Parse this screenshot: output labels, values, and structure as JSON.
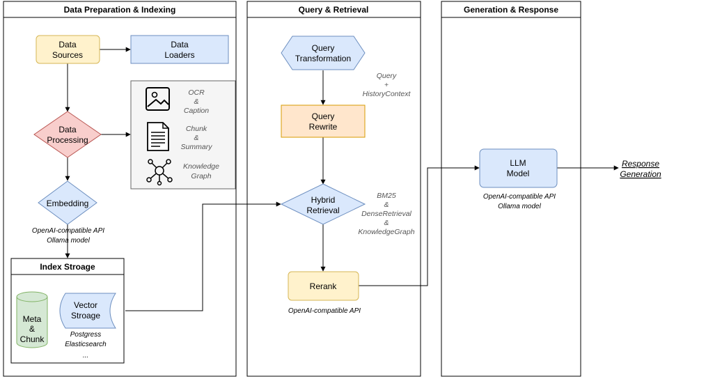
{
  "lanes": {
    "prep": {
      "title": "Data Preparation & Indexing"
    },
    "query": {
      "title": "Query & Retrieval"
    },
    "gen": {
      "title": "Generation & Response"
    }
  },
  "prep": {
    "data_sources": [
      "Data",
      "Sources"
    ],
    "data_loaders": [
      "Data",
      "Loaders"
    ],
    "data_processing": [
      "Data",
      "Processing"
    ],
    "embedding": "Embedding",
    "embedding_note": [
      "OpenAI-compatible API",
      "Ollama model"
    ],
    "processing_outputs": {
      "ocr": [
        "OCR",
        "&",
        "Caption"
      ],
      "chunk": [
        "Chunk",
        "&",
        "Summary"
      ],
      "kg": [
        "Knowledge",
        "Graph"
      ]
    },
    "index_storage": {
      "title": "Index Stroage",
      "meta": [
        "Meta",
        "&",
        "Chunk"
      ],
      "vector": [
        "Vector",
        "Stroage"
      ],
      "vector_note": [
        "Postgress",
        "Elasticsearch",
        "..."
      ]
    }
  },
  "query": {
    "transformation": [
      "Query",
      "Transformation"
    ],
    "transformation_note": [
      "Query",
      "+",
      "HistoryContext"
    ],
    "rewrite": [
      "Query",
      "Rewrite"
    ],
    "hybrid": [
      "Hybrid",
      "Retrieval"
    ],
    "hybrid_note": [
      "BM25",
      "&",
      "DenseRetrieval",
      "&",
      "KnowledgeGraph"
    ],
    "rerank": "Rerank",
    "rerank_note": "OpenAI-compatible API"
  },
  "gen": {
    "llm": [
      "LLM",
      "Model"
    ],
    "llm_note": [
      "OpenAI-compatible API",
      "Ollama model"
    ],
    "response": [
      "Response",
      "Generation"
    ]
  },
  "colors": {
    "sources_fill": "#fff2cc",
    "sources_stroke": "#d6b656",
    "blue_fill": "#dae8fc",
    "blue_stroke": "#6c8ebf",
    "red_fill": "#f8cecc",
    "red_stroke": "#b85450",
    "orange_fill": "#ffe6cc",
    "orange_stroke": "#d79b00",
    "green_fill": "#d5e8d4",
    "green_stroke": "#82b366",
    "gray_fill": "#f5f5f5",
    "gray_stroke": "#666666"
  },
  "icons": [
    "image-icon",
    "document-icon",
    "knowledge-graph-icon"
  ]
}
